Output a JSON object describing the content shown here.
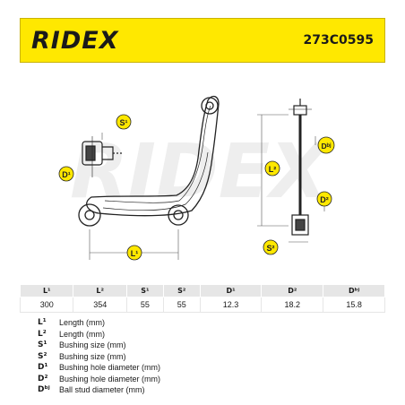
{
  "brand": {
    "logo_text": "RIDEX",
    "part_number": "273C0595",
    "watermark": "RIDEX",
    "yellow": "#ffe800"
  },
  "diagram_labels": {
    "s1": "S¹",
    "s2": "S²",
    "d1": "D¹",
    "d2": "D²",
    "dbj": "Dᵇʲ",
    "l1": "L¹",
    "l2": "L²"
  },
  "specs": {
    "headers": [
      "L¹",
      "L²",
      "S¹",
      "S²",
      "D¹",
      "D²",
      "Dᵇʲ"
    ],
    "values": [
      "300",
      "354",
      "55",
      "55",
      "12.3",
      "18.2",
      "15.8"
    ]
  },
  "legend": [
    {
      "symbol": "L¹",
      "text": "Length (mm)"
    },
    {
      "symbol": "L²",
      "text": "Length (mm)"
    },
    {
      "symbol": "S¹",
      "text": "Bushing size (mm)"
    },
    {
      "symbol": "S²",
      "text": "Bushing size (mm)"
    },
    {
      "symbol": "D¹",
      "text": "Bushing hole diameter (mm)"
    },
    {
      "symbol": "D²",
      "text": "Bushing hole diameter (mm)"
    },
    {
      "symbol": "Dᵇʲ",
      "text": "Ball stud diameter (mm)"
    }
  ]
}
